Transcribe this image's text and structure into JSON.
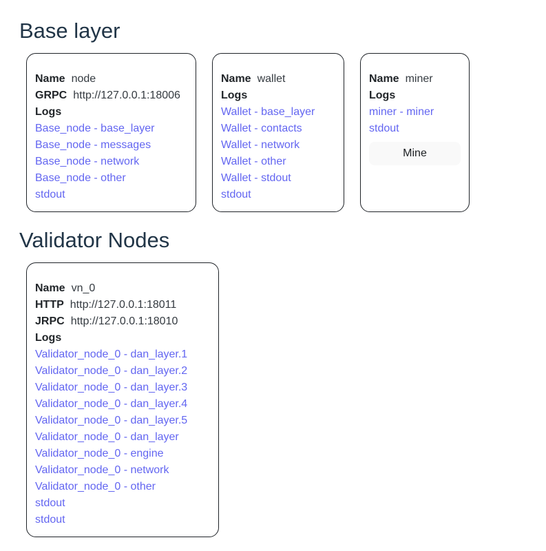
{
  "colors": {
    "link": "#6366f1",
    "heading": "#213547",
    "text": "#212529",
    "card_border": "#1f2328",
    "button_bg": "#f9f9f9"
  },
  "sections": [
    {
      "id": "base-layer",
      "title": "Base layer",
      "cards": [
        {
          "fields": [
            {
              "label": "Name",
              "value": "node",
              "link": false
            },
            {
              "label": "GRPC",
              "value": "http://127.0.0.1:18006",
              "link": false
            }
          ],
          "logs_label": "Logs",
          "log_links": [
            "Base_node - base_layer",
            "Base_node - messages",
            "Base_node - network",
            "Base_node - other",
            "stdout"
          ]
        },
        {
          "fields": [
            {
              "label": "Name",
              "value": "wallet",
              "link": false
            }
          ],
          "logs_label": "Logs",
          "log_links": [
            "Wallet - base_layer",
            "Wallet - contacts",
            "Wallet - network",
            "Wallet - other",
            "Wallet - stdout",
            "stdout"
          ]
        },
        {
          "fields": [
            {
              "label": "Name",
              "value": "miner",
              "link": false
            }
          ],
          "logs_label": "Logs",
          "log_links": [
            "miner - miner",
            "stdout"
          ],
          "button_label": "Mine"
        }
      ]
    },
    {
      "id": "validator-nodes",
      "title": "Validator Nodes",
      "cards": [
        {
          "fields": [
            {
              "label": "Name",
              "value": "vn_0",
              "link": false
            },
            {
              "label": "HTTP",
              "value": "http://127.0.0.1:18011",
              "link": true
            },
            {
              "label": "JRPC",
              "value": "http://127.0.0.1:18010",
              "link": false
            }
          ],
          "logs_label": "Logs",
          "log_links": [
            "Validator_node_0 - dan_layer.1",
            "Validator_node_0 - dan_layer.2",
            "Validator_node_0 - dan_layer.3",
            "Validator_node_0 - dan_layer.4",
            "Validator_node_0 - dan_layer.5",
            "Validator_node_0 - dan_layer",
            "Validator_node_0 - engine",
            "Validator_node_0 - network",
            "Validator_node_0 - other",
            "stdout",
            "stdout"
          ]
        }
      ]
    }
  ]
}
